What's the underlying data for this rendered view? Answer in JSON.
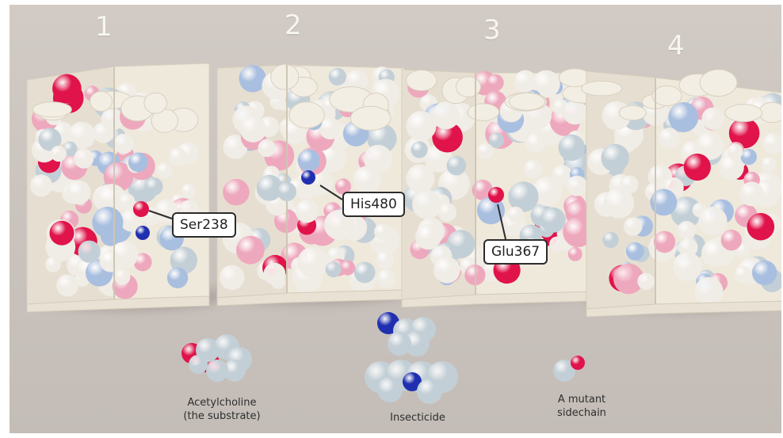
{
  "model_numbers": [
    "1",
    "2",
    "3",
    "4"
  ],
  "callouts": {
    "ser": "Ser238",
    "his": "His480",
    "glu": "Glu367"
  },
  "captions": {
    "acetylcholine_line1": "Acetylcholine",
    "acetylcholine_line2": "(the substrate)",
    "insecticide": "Insecticide",
    "mutant_line1": "A mutant",
    "mutant_line2": "sidechain"
  },
  "colors": {
    "background": "#cbc4be",
    "frame": "#ebe4d6",
    "atom_white": "#f0ece6",
    "atom_gray": "#c3cfd6",
    "atom_pink": "#eea8bd",
    "atom_blue": "#a9bfe0",
    "atom_red": "#e0134a",
    "atom_navy": "#1f2fb0"
  }
}
